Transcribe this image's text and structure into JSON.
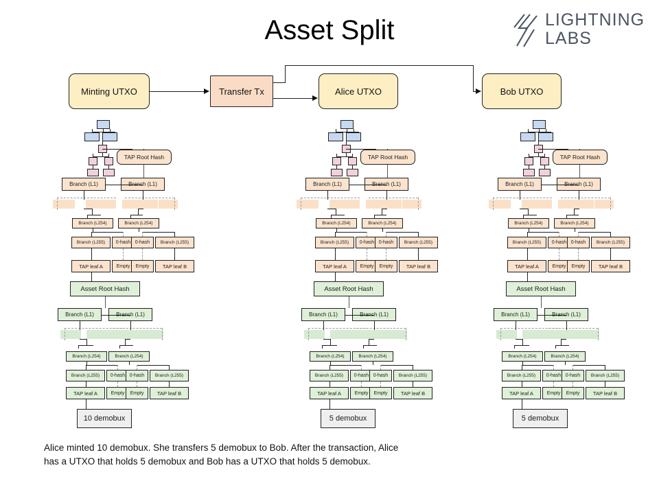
{
  "page": {
    "title": "Asset Split",
    "caption": "Alice minted 10 demobux. She transfers 5 demobux to Bob. After the transaction, Alice has a UTXO that holds 5 demobux and Bob has a UTXO that holds 5 demobux."
  },
  "logo": {
    "line1": "LIGHTNING",
    "line2": "LABS",
    "mark": "lightning-bolt-icon"
  },
  "flow": {
    "minting_utxo": "Minting UTXO",
    "transfer_tx": "Transfer Tx",
    "alice_utxo": "Alice UTXO",
    "bob_utxo": "Bob UTXO"
  },
  "labels": {
    "tap_root_hash": "TAP Root Hash",
    "asset_root_hash": "Asset Root Hash",
    "branch_l1": "Branch (L1)",
    "branch_l254": "Branch (L254)",
    "branch_l255": "Branch (L255)",
    "zero_hash": "0-hash",
    "empty": "Empty",
    "tap_leaf_a": "TAP leaf A",
    "tap_leaf_b": "TAP leaf B"
  },
  "amounts": {
    "minting": "10 demobux",
    "alice": "5 demobux",
    "bob": "5 demobux"
  },
  "colors": {
    "taproot_fill": "#fbe3ce",
    "asset_fill": "#dff0d8",
    "utxo_fill": "#fdeec3",
    "tx_fill": "#fadcc6",
    "amount_fill": "#efefef",
    "blue_node": "#c6d9f1",
    "pink_node": "#f0d2da",
    "stroke": "#1f1f1f",
    "dashed_stroke": "#9a9a9a",
    "logo_text": "#4b5563"
  }
}
